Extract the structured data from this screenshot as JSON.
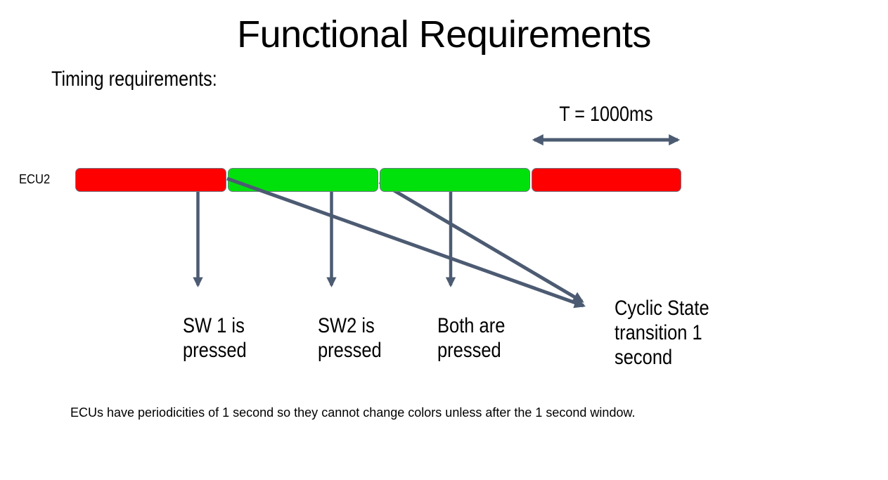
{
  "slide": {
    "title": "Functional Requirements",
    "subtitle": "Timing requirements:",
    "note": "ECUs have periodicities of 1 second so they cannot change colors unless after the 1 second window."
  },
  "timeline": {
    "ecu_label": "ECU2",
    "period_label": "T = 1000ms",
    "segments": [
      {
        "state": "red"
      },
      {
        "state": "green"
      },
      {
        "state": "green"
      },
      {
        "state": "red"
      }
    ]
  },
  "annotations": {
    "sw1": "SW 1 is\npressed",
    "sw2": "SW2 is\npressed",
    "both": "Both are\npressed",
    "cyclic": "Cyclic State\ntransition 1\nsecond"
  },
  "colors": {
    "background": "#ffffff",
    "text": "#000000",
    "bar_red": "#fe0000",
    "bar_green": "#00e10c",
    "bar_border": "#6e7885",
    "arrow": "#4c5b72"
  }
}
